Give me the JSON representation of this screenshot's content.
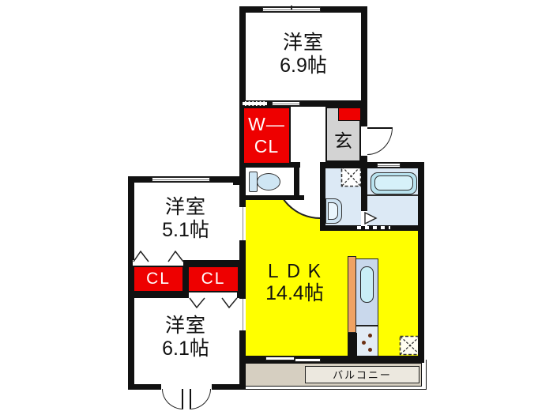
{
  "floorplan": {
    "title": "apartment-floor-plan",
    "rooms": {
      "bedroom1": {
        "name": "洋室",
        "area": "6.9帖"
      },
      "bedroom2": {
        "name": "洋室",
        "area": "5.1帖"
      },
      "bedroom3": {
        "name": "洋室",
        "area": "6.1帖"
      },
      "ldk": {
        "name": "ＬＤＫ",
        "area": "14.4帖"
      },
      "entrance": {
        "label": "玄"
      },
      "walk_in_closet": {
        "line1": "W―",
        "line2": "CL"
      },
      "closet_left": {
        "label": "CL"
      },
      "closet_right": {
        "label": "CL"
      },
      "balcony": {
        "label": "バルコニー"
      }
    },
    "icons": [
      "toilet-icon",
      "bathtub-icon",
      "washbasin-icon",
      "washing-machine-space-icon",
      "refrigerator-space-icon",
      "kitchen-counter-icon",
      "kitchen-sink-icon",
      "stove-icon",
      "door-swing-icon",
      "folding-door-icon",
      "window-icon",
      "sliding-door-icon"
    ],
    "colors": {
      "closet_red": "#ee0000",
      "ldk_yellow": "#ffff00",
      "entrance_gray": "#d3d3d3",
      "balcony_beige": "#d6cfc1",
      "wet_area_blue": "#dce9f5",
      "bathtub_blue": "#bfe7f1",
      "counter_orange": "#f0a263",
      "counter_blue": "#c9d8ec",
      "wall_black": "#111111"
    }
  }
}
